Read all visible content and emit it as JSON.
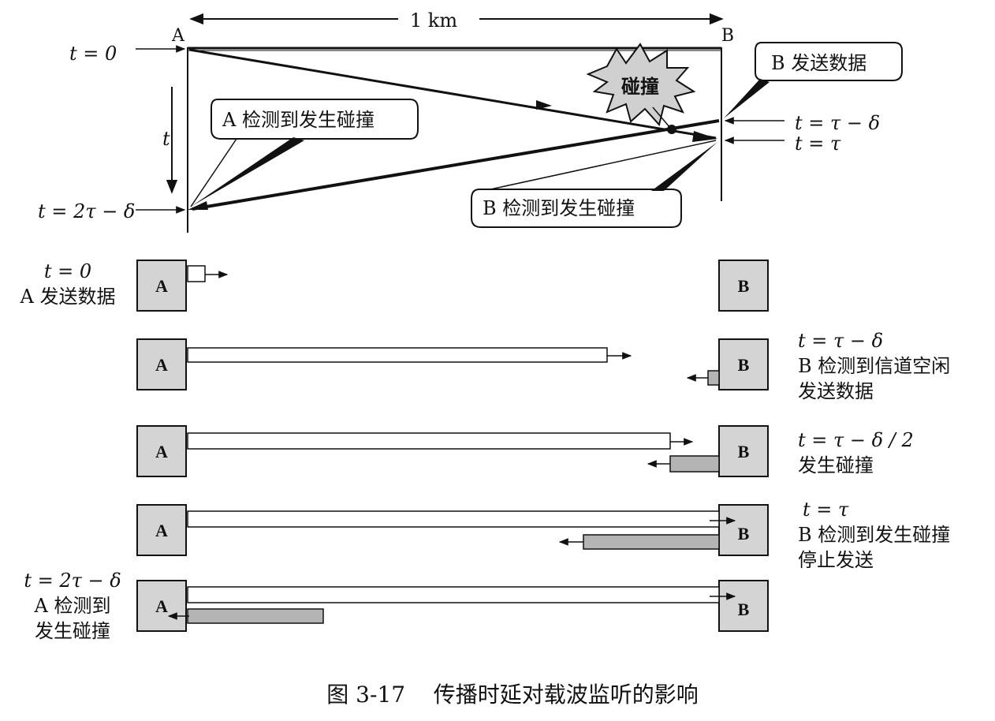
{
  "figure": {
    "caption": "图 3-17    传播时延对载波监听的影响"
  },
  "timeline": {
    "distance_label": "1 km",
    "station_a": "A",
    "station_b": "B",
    "t_axis_label": "t",
    "time_labels": {
      "t0": "t = 0",
      "t_2tau_minus_delta": "t = 2τ − δ",
      "t_tau_minus_delta": "t = τ − δ",
      "t_tau": "t = τ"
    },
    "callouts": {
      "b_sends": "B 发送数据",
      "collision": "碰撞",
      "a_detects": "A 检测到发生碰撞",
      "b_detects": "B 检测到发生碰撞"
    }
  },
  "stages": [
    {
      "station_a": "A",
      "station_b": "B",
      "left_time": "t = 0",
      "left_desc": [
        "A 发送数据"
      ],
      "right_time": "",
      "right_desc": []
    },
    {
      "station_a": "A",
      "station_b": "B",
      "left_time": "",
      "left_desc": [],
      "right_time": "t = τ − δ",
      "right_desc": [
        "B 检测到信道空闲",
        "发送数据"
      ]
    },
    {
      "station_a": "A",
      "station_b": "B",
      "left_time": "",
      "left_desc": [],
      "right_time": "t = τ − δ / 2",
      "right_desc": [
        "发生碰撞"
      ]
    },
    {
      "station_a": "A",
      "station_b": "B",
      "left_time": "",
      "left_desc": [],
      "right_time": "t = τ",
      "right_desc": [
        "B 检测到发生碰撞",
        "停止发送"
      ]
    },
    {
      "station_a": "A",
      "station_b": "B",
      "left_time": "t = 2τ − δ",
      "left_desc": [
        "A 检测到",
        "发生碰撞"
      ],
      "right_time": "",
      "right_desc": []
    }
  ],
  "colors": {
    "station_fill": "#d4d4d4",
    "b_signal_fill": "#b4b4b4",
    "line": "#111111",
    "callout_fill": "#ffffff",
    "burst_fill": "#d0d0d0"
  }
}
